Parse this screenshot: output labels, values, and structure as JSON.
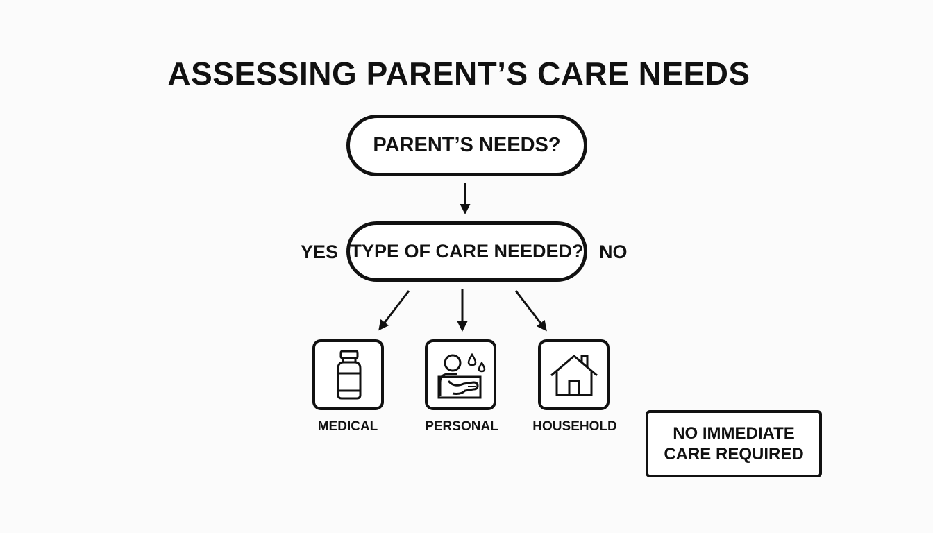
{
  "title": "ASSESSING PARENT’S CARE NEEDS",
  "nodes": {
    "start": "PARENT’S NEEDS?",
    "decision": "TYPE OF CARE NEEDED?",
    "yes_label": "YES",
    "no_label": "NO"
  },
  "categories": [
    {
      "label": "MEDICAL",
      "icon": "medicine-bottle-icon"
    },
    {
      "label": "PERSONAL",
      "icon": "personal-care-icon"
    },
    {
      "label": "HOUSEHOLD",
      "icon": "house-icon"
    }
  ],
  "result": {
    "line1": "NO IMMEDIATE",
    "line2": "CARE REQUIRED"
  },
  "colors": {
    "stroke": "#111111",
    "background": "#fbfbfb"
  }
}
